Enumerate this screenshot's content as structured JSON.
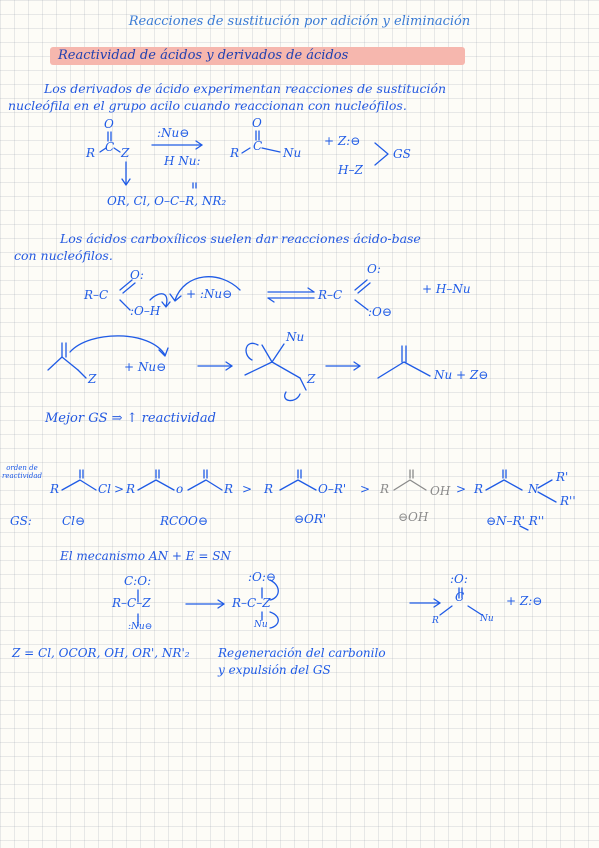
{
  "title": "Reacciones de sustitución por adición y eliminación",
  "subtitle": "Reactividad de ácidos y derivados de ácidos",
  "intro": {
    "line1": "Los derivados de ácido experimentan reacciones de sustitución",
    "line2": "nucleófila en el grupo acilo cuando reaccionan con nucleófilos."
  },
  "scheme1": {
    "reagent_top": ":Nu⊖",
    "reagent_bottom": "H Nu:",
    "acyl_R": "R",
    "acyl_C": "C",
    "acyl_O": "O",
    "acyl_Z": "Z",
    "product_R": "R",
    "product_C": "C",
    "product_O": "O",
    "product_Nu": "Nu",
    "leaving_top": "+ Z:⊖",
    "leaving_bottom": "H–Z",
    "gs_label": "GS",
    "z_options": "OR, Cl, O–C–R, NR₂"
  },
  "acid_base": {
    "line1": "Los ácidos carboxílicos suelen dar reacciones ácido-base",
    "line2": "con nucleófilos.",
    "reactant_R": "R–C",
    "reactant_O_top": "O:",
    "reactant_OH": ":O–H",
    "plus_nu": "+ :Nu⊖",
    "product_R": "R–C",
    "product_O_top": "O:",
    "product_O_minus": ":O⊖",
    "plus_hnu": "+ H–Nu"
  },
  "mechanism_line": {
    "reactant_Z": "Z",
    "plus_nu": "+ Nu⊖",
    "intermediate_Nu": "Nu",
    "intermediate_Z": "Z",
    "product": "Nu + Z⊖"
  },
  "better_gs": "Mejor GS ⇒ ↑ reactividad",
  "reactivity": {
    "order_label": "orden de reactividad",
    "gs_row_label": "GS:",
    "compounds": [
      {
        "label": "R–C(O)–Cl"
      },
      {
        "label": "R–C(O)–O–C(O)–R"
      },
      {
        "label": "R–C(O)–O–R'"
      },
      {
        "label": "R–C(O)–OH"
      },
      {
        "label": "R–C(O)–N–R'R''"
      }
    ],
    "separator": ">",
    "chain_tail": {
      "cl": "Cl",
      "anhydride_r": "R",
      "ester": "O–R'",
      "acid": "OH",
      "amide_n": "N",
      "amide_r1": "R'",
      "amide_r2": "R''",
      "R": "R"
    },
    "leaving_groups": [
      "Cl⊖",
      "RCOO⊖",
      "⊖OR'",
      "⊖OH",
      "⊖N–R' R''"
    ]
  },
  "an_e": {
    "heading": "El mecanismo  AN + E = SN",
    "int1_top": "C:O:",
    "int1_mid": "R–C–Z",
    "int1_bottom": ":Nu⊖",
    "int2_top": ":O:⊖",
    "int2_mid": "R–C–Z",
    "int2_bottom": "Nu",
    "prod_top": ":O:",
    "prod_C": "C",
    "prod_R": "R",
    "prod_Nu": "Nu",
    "prod_z": "+ Z:⊖",
    "z_def": "Z = Cl, OCOR, OH, OR', NR'₂",
    "regen_line1": "Regeneración del carbonilo",
    "regen_line2": "y expulsión del GS"
  }
}
